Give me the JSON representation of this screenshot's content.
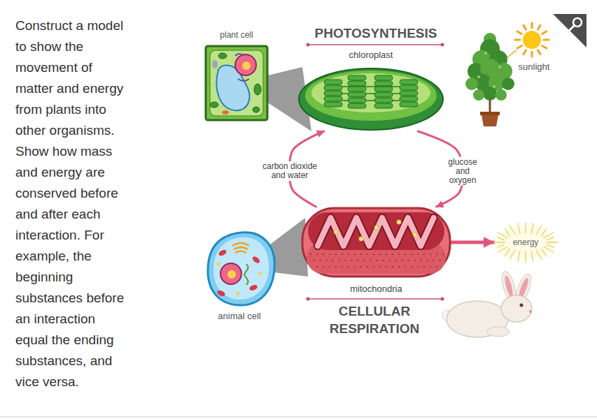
{
  "diagram": {
    "nodes": [
      {
        "text": [
          "chloroplast"
        ]
      },
      {
        "text": [
          "mitochondria"
        ]
      },
      {
        "text": [
          "energy"
        ]
      }
    ],
    "edges": [
      {
        "from": 0,
        "to": 1,
        "arrow": "to",
        "label": "glucose and oxygen"
      },
      {
        "from": 1,
        "to": 0,
        "arrow": "to",
        "label": "carbon dioxide and water"
      },
      {
        "from": 1,
        "to": 2,
        "arrow": "to"
      }
    ],
    "labels": [
      "Construct a model to show the movement of matter and energy from plants into other organisms. Show how mass and energy are conserved before and after each interaction. For example, the beginning substances before an interaction equal the ending substances, and vice versa.",
      "plant cell",
      "PHOTOSYNTHESIS",
      "sunlight",
      "animal cell",
      "CELLULAR RESPIRATION"
    ]
  }
}
